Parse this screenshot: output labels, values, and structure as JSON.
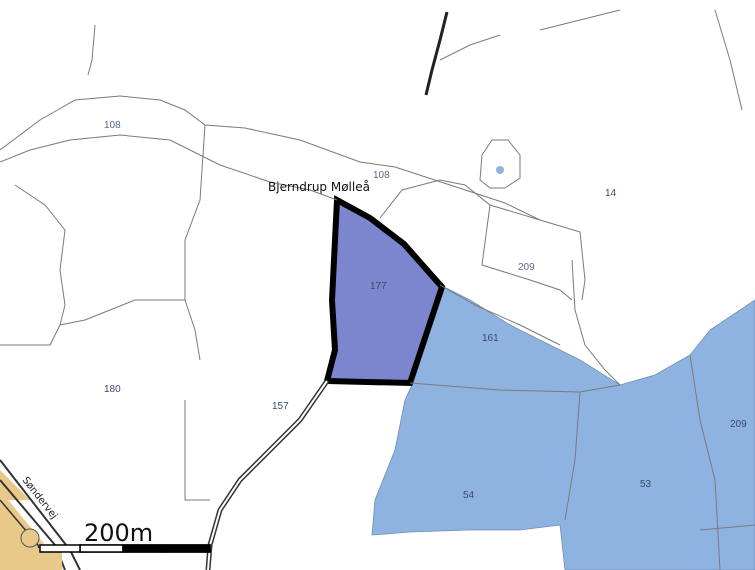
{
  "map": {
    "place_name": "Bjerndrup Mølleå",
    "road_name": "Søndervej",
    "scale_label": "200m",
    "parcels": {
      "p108a": "108",
      "p108b": "108",
      "p14": "14",
      "p209": "209",
      "p177": "177",
      "p161": "161",
      "p180": "180",
      "p157": "157",
      "p54": "54",
      "p53": "53",
      "p209b": "209"
    }
  },
  "colors": {
    "selected_parcel_fill": "#7b86cf",
    "selected_parcel_outline": "#000000",
    "water_area_fill": "#8fb3e0",
    "parcel_line": "#7a7a7a",
    "pond_fill": "#ffffff",
    "pond_dot": "#8fb3e0",
    "inset_fill": "#e8c98a"
  }
}
